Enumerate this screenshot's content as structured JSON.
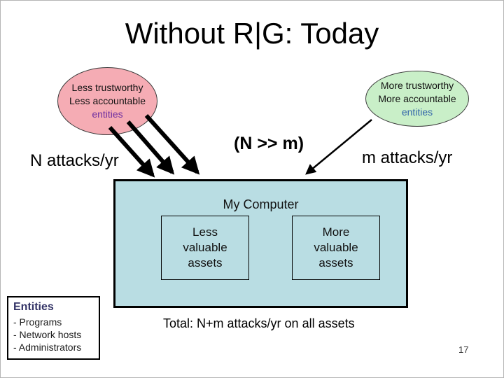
{
  "slide": {
    "title": "Without R|G: Today",
    "page_number": "17",
    "untrusted_ellipse": {
      "line1": "Less trustworthy",
      "line2": "Less accountable",
      "line3": "entities"
    },
    "trusted_ellipse": {
      "line1": "More trustworthy",
      "line2": "More accountable",
      "line3": "entities"
    },
    "n_attacks_label": "N attacks/yr",
    "comparison_label": "(N >> m)",
    "m_attacks_label": "m attacks/yr",
    "computer_box": {
      "title": "My Computer",
      "left_assets": {
        "line1": "Less",
        "line2": "valuable",
        "line3": "assets"
      },
      "right_assets": {
        "line1": "More",
        "line2": "valuable",
        "line3": "assets"
      }
    },
    "entities_legend": {
      "heading": "Entities",
      "items": [
        "- Programs",
        "- Network hosts",
        "- Administrators"
      ]
    },
    "total_label": "Total: N+m attacks/yr on all assets",
    "colors": {
      "untrusted_fill": "#F5ACB4",
      "trusted_fill": "#C9EFC8",
      "computer_fill": "#B9DDE3",
      "untrusted_entities_text": "#7030A0",
      "trusted_entities_text": "#3366AA",
      "legend_heading": "#333366",
      "arrow": "#000000"
    }
  }
}
